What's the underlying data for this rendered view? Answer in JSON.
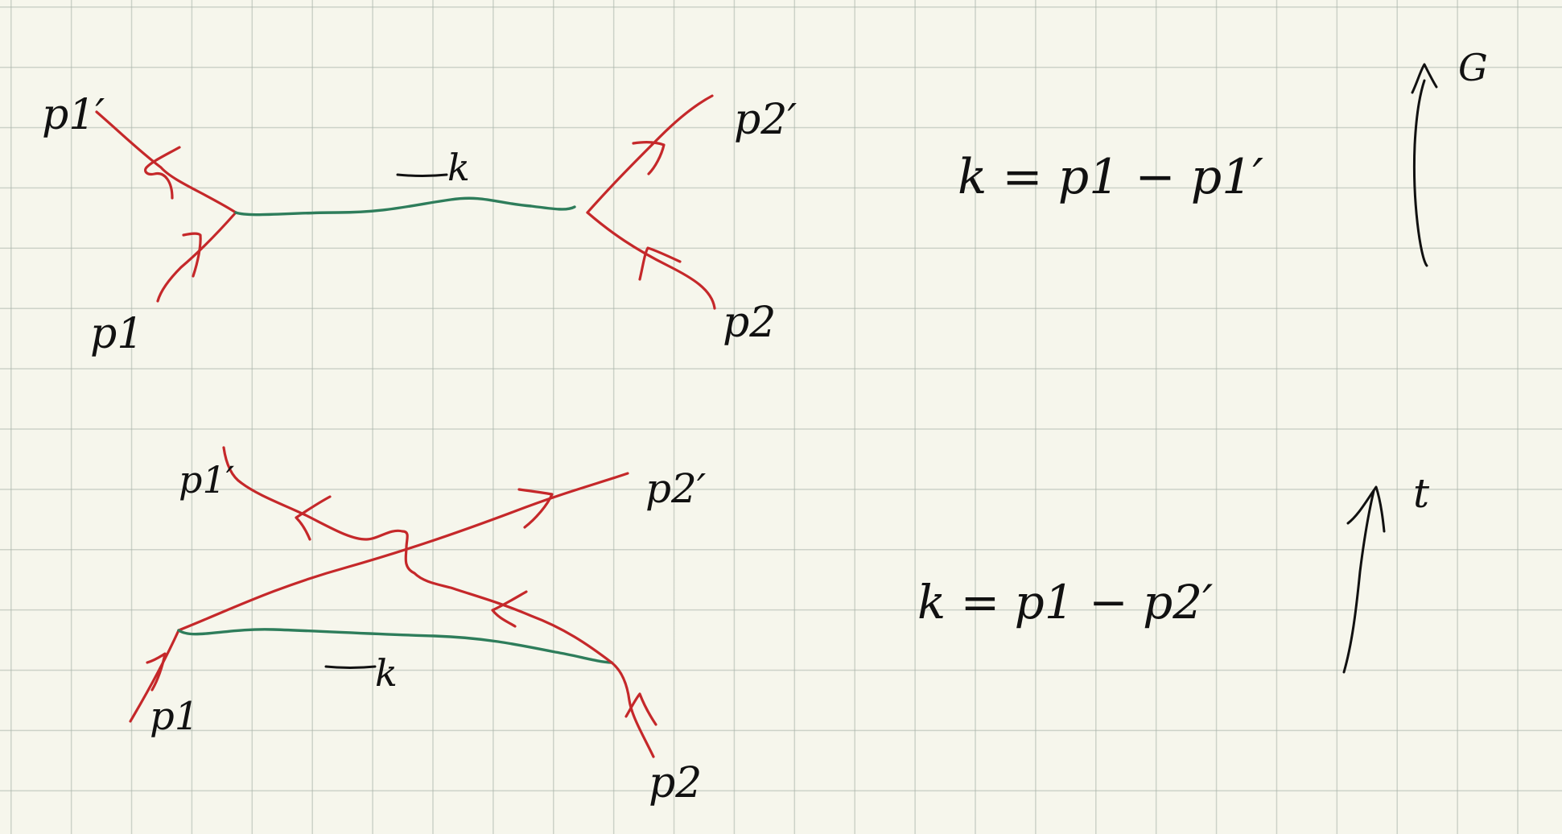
{
  "colors": {
    "paper": "#f6f6ec",
    "grid": "#c8cec4",
    "fermion_line": "#c5282a",
    "exchange_line": "#2e7d5b",
    "ink": "#111111"
  },
  "diagram_top": {
    "labels": {
      "in_left": "p1",
      "out_left": "p1′",
      "out_right": "p2′",
      "in_right": "p2",
      "momentum": "→k"
    },
    "relation": "k = p1 − p1′",
    "time_label": "G"
  },
  "diagram_bottom": {
    "labels": {
      "out_left": "p1′",
      "out_right": "p2′",
      "in_left": "p1",
      "in_right": "p2",
      "momentum": "→k"
    },
    "relation": "k = p1 − p2′",
    "time_label": "t"
  }
}
